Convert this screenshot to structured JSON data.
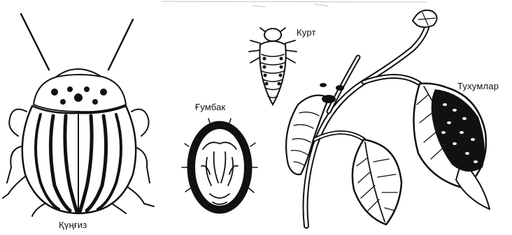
{
  "labels": {
    "beetle": "Қүңғиз",
    "pupa": "Ғумбак",
    "larva": "Курт",
    "eggs": "Тухумлар"
  },
  "colors": {
    "ink": "#111111",
    "background": "#ffffff"
  }
}
